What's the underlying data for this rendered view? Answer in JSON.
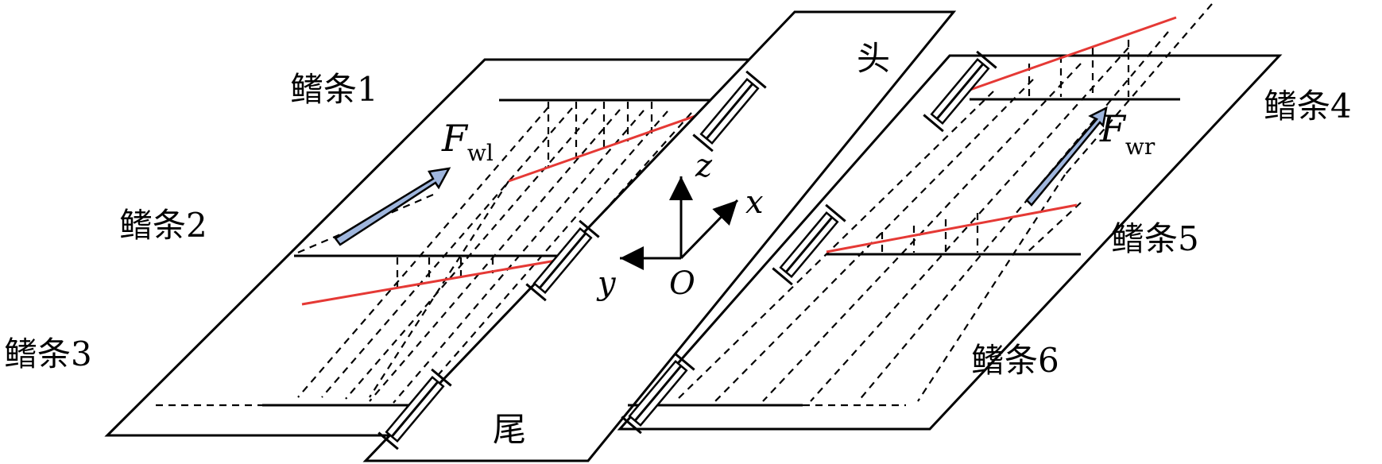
{
  "labels": {
    "fin1": "鳍条1",
    "fin2": "鳍条2",
    "fin3": "鳍条3",
    "fin4": "鳍条4",
    "fin5": "鳍条5",
    "fin6": "鳍条6",
    "head": "头",
    "tail": "尾"
  },
  "axes": {
    "x": "x",
    "y": "y",
    "z": "z",
    "origin": "O"
  },
  "forces": {
    "left": {
      "symbol": "F",
      "subscript": "wl"
    },
    "right": {
      "symbol": "F",
      "subscript": "wr"
    }
  },
  "colors": {
    "red_line": "#e53935",
    "arrow_fill": "#9fb6dd",
    "stroke": "#000000"
  }
}
